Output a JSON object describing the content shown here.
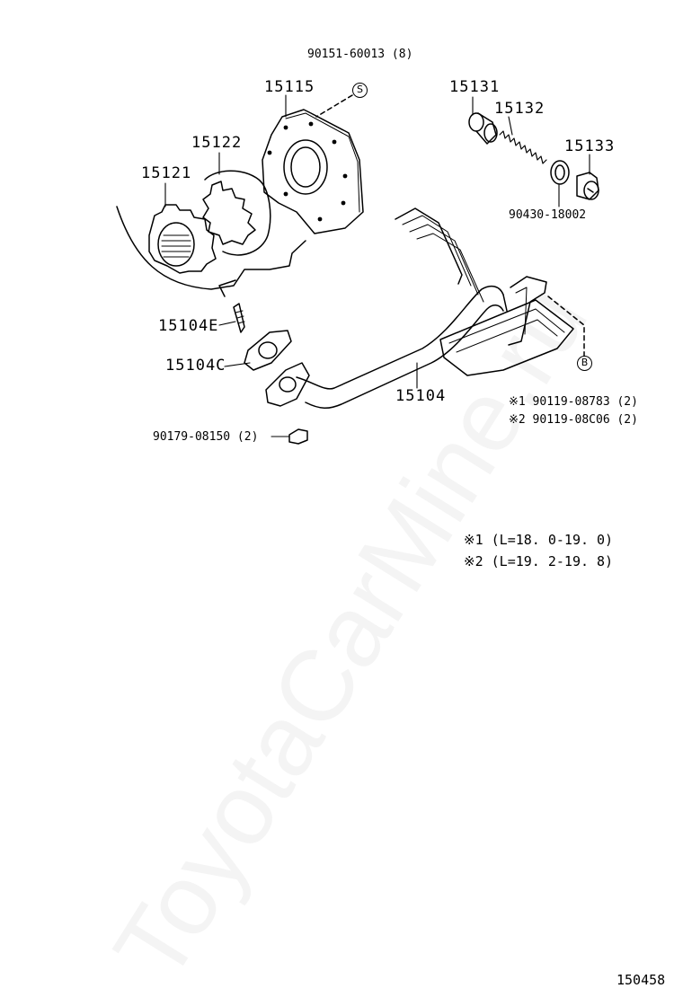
{
  "watermark": "ToyotaCarMine.ru",
  "labels": {
    "p90151": "90151-60013 (8)",
    "p15115": "15115",
    "p15122": "15122",
    "p15121": "15121",
    "p15131": "15131",
    "p15132": "15132",
    "p15133": "15133",
    "p90430": "90430-18002",
    "p15104E": "15104E",
    "p15104C": "15104C",
    "p15104": "15104",
    "p90179": "90179-08150 (2)",
    "note1": "※1 90119-08783 (2)",
    "note2": "※2 90119-08C06 (2)",
    "len1": "※1  (L=18. 0-19. 0)",
    "len2": "※2  (L=19. 2-19. 8)",
    "illustration_no": "150458"
  },
  "markers": {
    "s": "S",
    "b": "B"
  }
}
